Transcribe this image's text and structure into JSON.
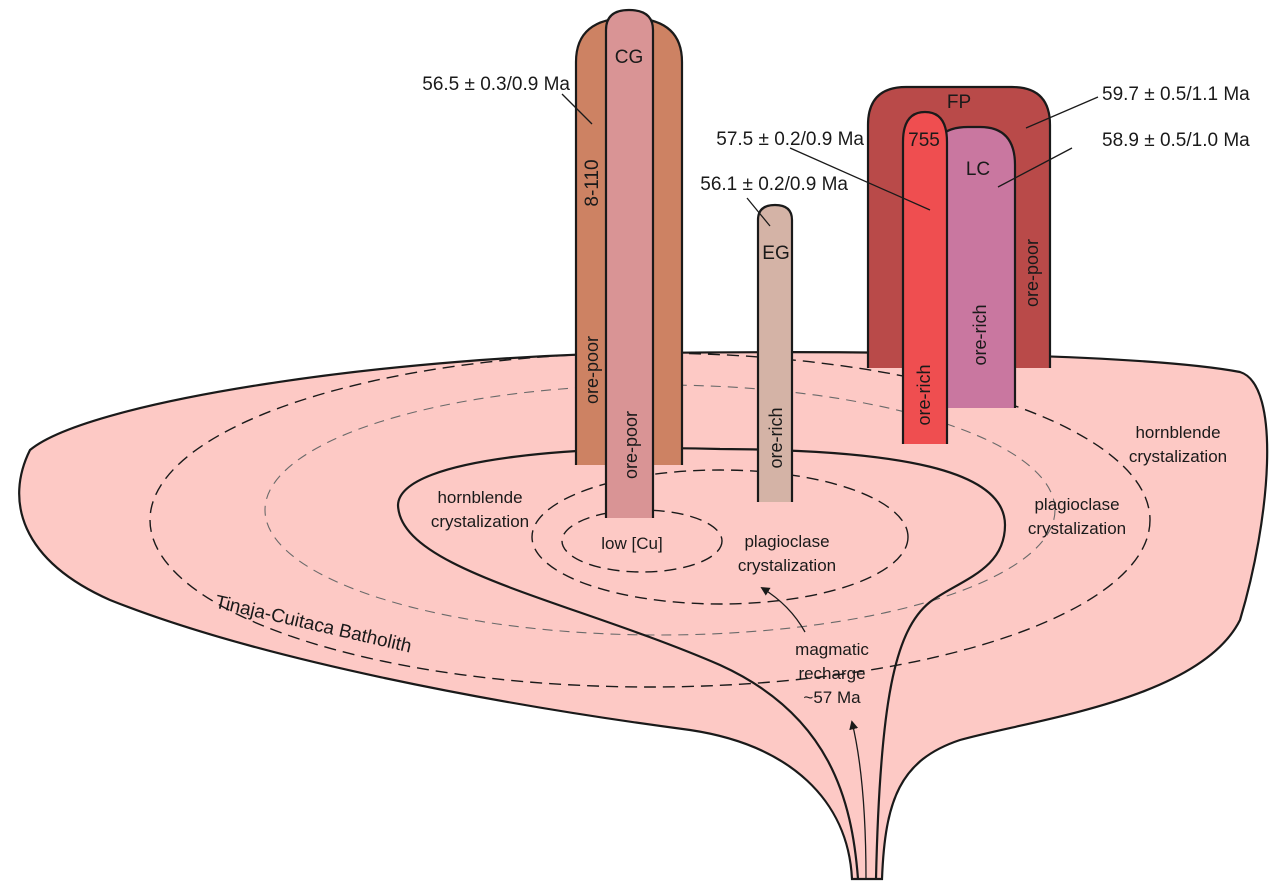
{
  "colors": {
    "batholith": "#fdc9c5",
    "dike_8_110": "#cd8263",
    "dike_cg": "#d99495",
    "dike_eg": "#d4b3a6",
    "dike_fp": "#b94a49",
    "dike_755": "#ef4e50",
    "dike_lc": "#c977a0",
    "outline": "#1a1a1a"
  },
  "batholith": {
    "name": "Tinaja-Cuitaca Batholith",
    "outer_zones": {
      "hornblende": "hornblende\ncrystalization",
      "plagioclase": "plagioclase\ncrystalization"
    },
    "inner_zones": {
      "hornblende": "hornblende\ncrystalization",
      "plagioclase": "plagioclase\ncrystalization"
    },
    "core_label": "low [Cu]",
    "recharge": "magmatic\nrecharge\n~57 Ma"
  },
  "intrusions": [
    {
      "id": "8-110",
      "name": "8-110",
      "tag": "ore-poor",
      "age": "56.5 ± 0.3/0.9 Ma"
    },
    {
      "id": "CG",
      "name": "CG",
      "tag": "ore-poor",
      "age": ""
    },
    {
      "id": "EG",
      "name": "EG",
      "tag": "ore-rich",
      "age": "56.1 ± 0.2/0.9 Ma"
    },
    {
      "id": "FP",
      "name": "FP",
      "tag": "ore-poor",
      "age": "59.7 ± 0.5/1.1 Ma"
    },
    {
      "id": "755",
      "name": "755",
      "tag": "ore-rich",
      "age": "57.5 ± 0.2/0.9 Ma"
    },
    {
      "id": "LC",
      "name": "LC",
      "tag": "ore-rich",
      "age": "58.9 ± 0.5/1.0 Ma"
    }
  ]
}
